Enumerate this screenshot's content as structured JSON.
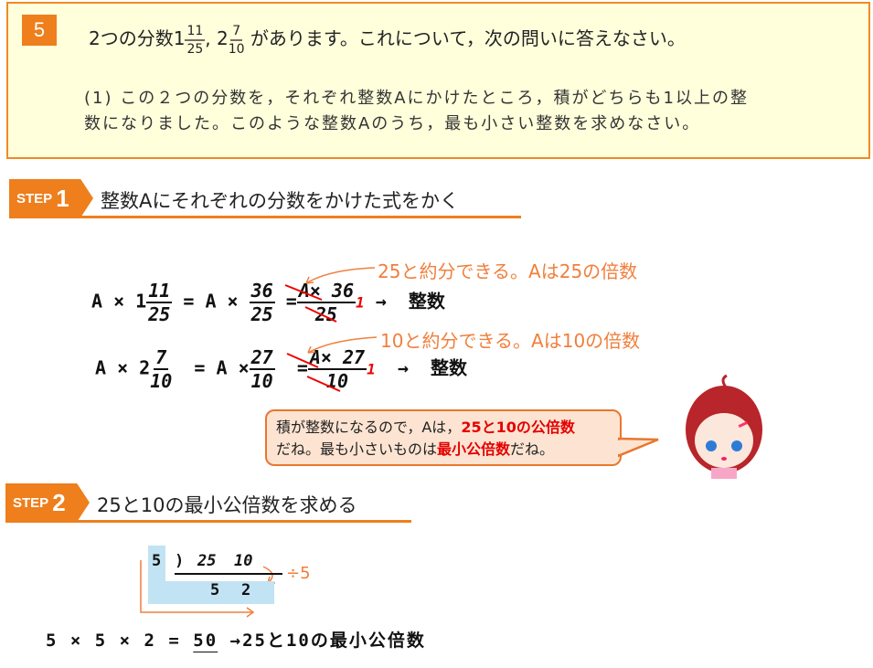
{
  "problem": {
    "number": "5",
    "intro_prefix": "2つの分数1",
    "frac1": {
      "num": "11",
      "den": "25"
    },
    "sep": ",  2",
    "frac2": {
      "num": "7",
      "den": "10"
    },
    "intro_suffix": "があります。これについて，次の問いに答えなさい。",
    "q1_line1": "(1) この２つの分数を，それぞれ整数Aにかけたところ，積がどちらも1以上の整",
    "q1_line2": "数になりました。このような整数Aのうち，最も小さい整数を求めなさい。"
  },
  "step1": {
    "tag": "STEP",
    "num": "1",
    "title": "整数Aにそれぞれの分数をかけた式をかく",
    "eq1": {
      "lhs": "A × 1",
      "f1n": "11",
      "f1d": "25",
      "mid": "= A ×",
      "f2n": "36",
      "f2d": "25",
      "eqs": "=",
      "f3n": "A× 36",
      "f3d": "25",
      "red": "1",
      "arrow": "→",
      "result": "整数"
    },
    "eq2": {
      "lhs": "A × 2",
      "f1n": "7",
      "f1d": "10",
      "mid": "= A ×",
      "f2n": "27",
      "f2d": "10",
      "eqs": "=",
      "f3n": "A× 27",
      "f3d": "10",
      "red": "1",
      "arrow": "→",
      "result": "整数"
    },
    "note1": "25と約分できる。Aは25の倍数",
    "note2": "10と約分できる。Aは10の倍数",
    "bubble": {
      "t1": "積が整数になるので，Aは，",
      "b1": "25と10の公倍数",
      "t2": "だね。最も小さいものは",
      "b2": "最小公倍数",
      "t3": "だね。"
    }
  },
  "step2": {
    "tag": "STEP",
    "num": "2",
    "title": "25と10の最小公倍数を求める",
    "divisor": "5",
    "paren": ")",
    "top": [
      "25",
      "10"
    ],
    "bottom": [
      "5",
      "2"
    ],
    "div_note": "÷5",
    "final_expr": "5 × 5 × 2 =",
    "final_answer": "50",
    "final_suffix": "→25と10の最小公倍数"
  },
  "colors": {
    "accent": "#EE7F1C",
    "note": "#F07F3C",
    "highlight": "#E50000",
    "box_bg": "#FFFFDC",
    "bubble_bg": "#FDE4D2",
    "blue": "#C2E3F3"
  }
}
